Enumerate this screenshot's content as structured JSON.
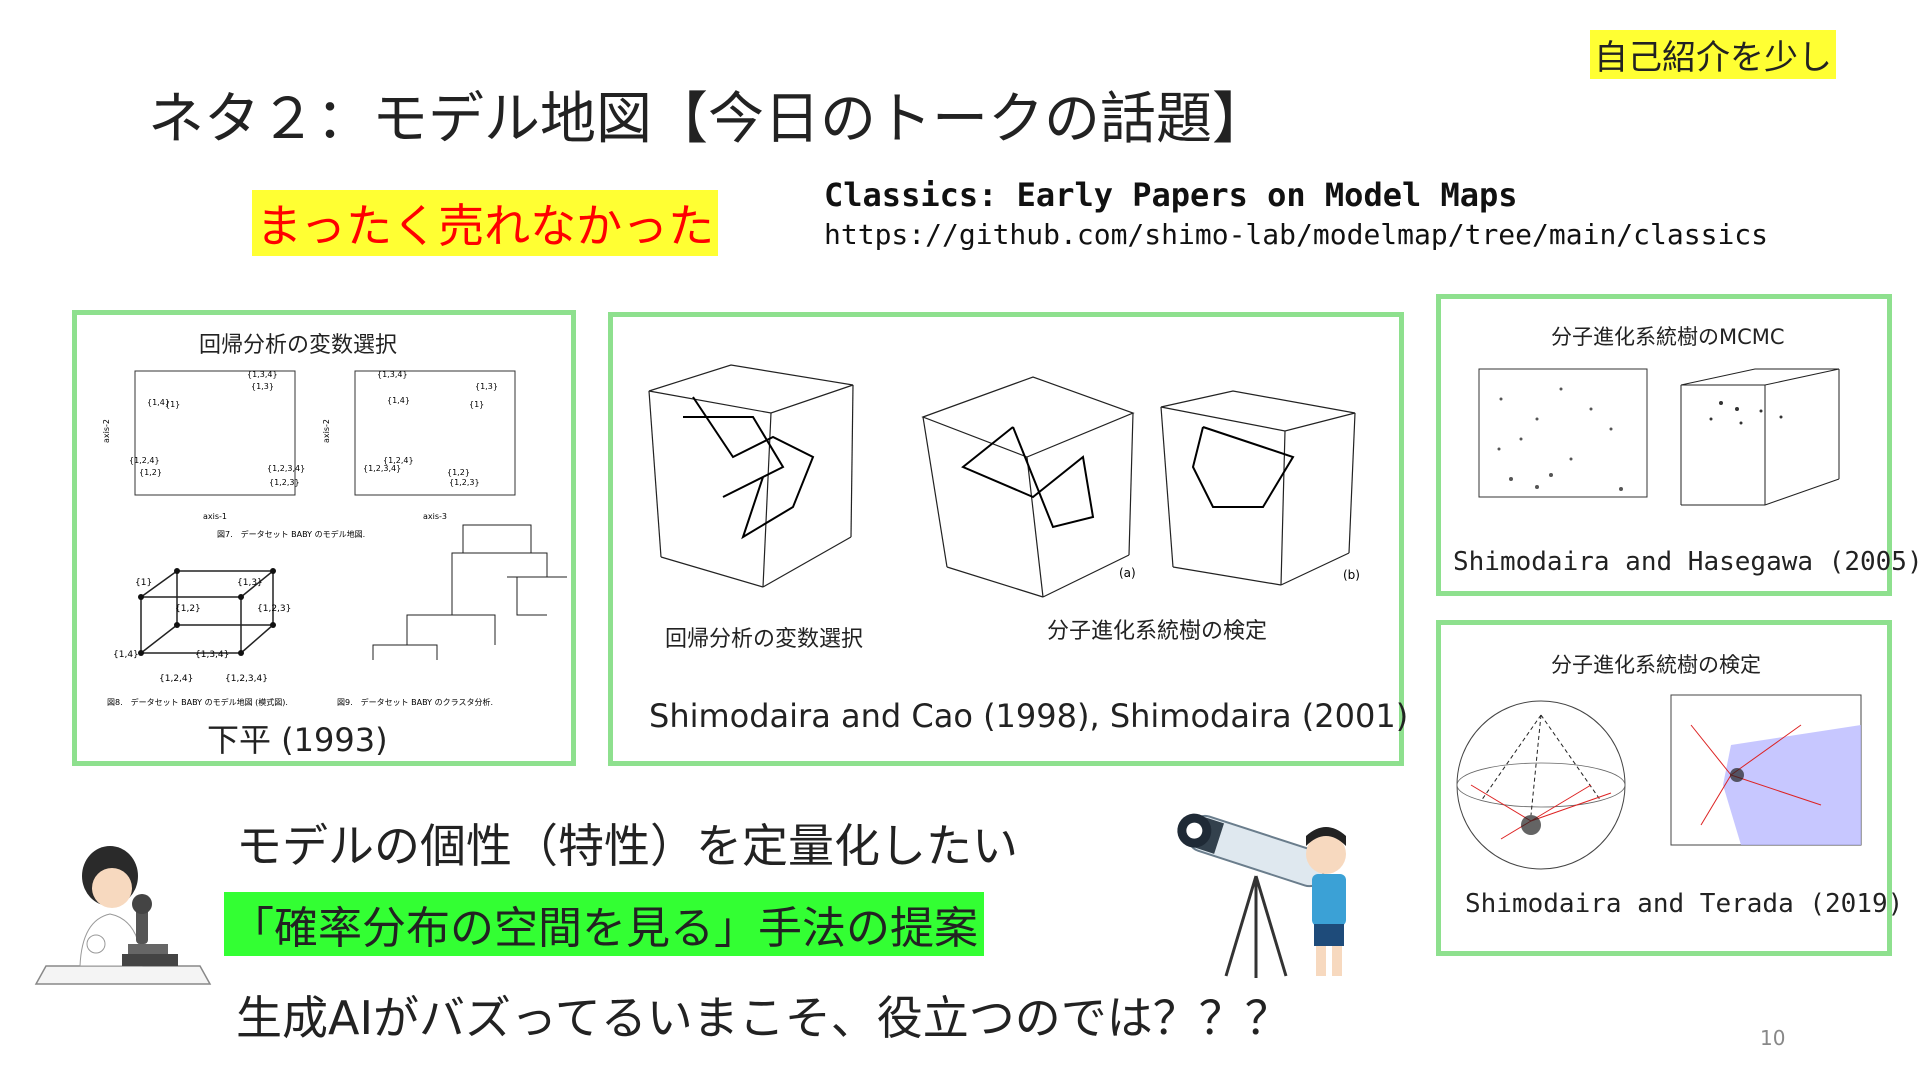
{
  "slide": {
    "title": "ネタ２：モデル地図【今日のトークの話題】",
    "tag": "自己紹介を少し",
    "note_red": "まったく売れなかった",
    "classics_heading": "Classics: Early Papers on Model Maps",
    "classics_url": "https://github.com/shimo-lab/modelmap/tree/main/classics",
    "page_number": "10"
  },
  "panels": [
    {
      "id": "p1",
      "inner_title": "回帰分析の変数選択",
      "fig7_caption": "図7.　データセット BABY のモデル地図.",
      "fig8_caption": "図8.　データセット BABY のモデル地図 (模式図).",
      "fig9_caption": "図9.　データセット BABY のクラスタ分析.",
      "credit": "下平 (1993)",
      "scatter_left_labels": [
        "{1,4}",
        "{1}",
        "{1,3,4}",
        "{1,3}",
        "{1,2,4}",
        "{1,2}",
        "{1,2,3,4}",
        "{1,2,3}"
      ],
      "scatter_right_labels": [
        "{1,3,4}",
        "{1,3}",
        "{1,4}",
        "{1}",
        "{1,2,4}",
        "{1,2,3,4}",
        "{1,2}",
        "{1,2,3}"
      ],
      "axis_labels": [
        "axis-1",
        "axis-2",
        "axis-3"
      ],
      "cube_labels": [
        "{1}",
        "{1,3}",
        "{1,2}",
        "{1,2,3}",
        "{1,4}",
        "{1,3,4}",
        "{1,2,4}",
        "{1,2,3,4}"
      ]
    },
    {
      "id": "p2",
      "label_left": "回帰分析の変数選択",
      "label_right": "分子進化系統樹の検定",
      "credit": "Shimodaira and Cao (1998), Shimodaira (2001)",
      "sub_a": "(a)",
      "sub_b": "(b)"
    },
    {
      "id": "p3",
      "inner_title": "分子進化系統樹のMCMC",
      "credit": "Shimodaira and Hasegawa (2005)"
    },
    {
      "id": "p4",
      "inner_title": "分子進化系統樹の検定",
      "credit": "Shimodaira and Terada (2019)"
    }
  ],
  "bottom": {
    "line1": "モデルの個性（特性）を定量化したい",
    "line2": "「確率分布の空間を見る」手法の提案",
    "line3": "生成AIがバズってるいまこそ、役立つのでは？？？"
  },
  "colors": {
    "panel_border": "#8ee08e",
    "highlight_yellow": "#ffff33",
    "highlight_green": "#33ff33",
    "note_red": "#ff0000"
  }
}
